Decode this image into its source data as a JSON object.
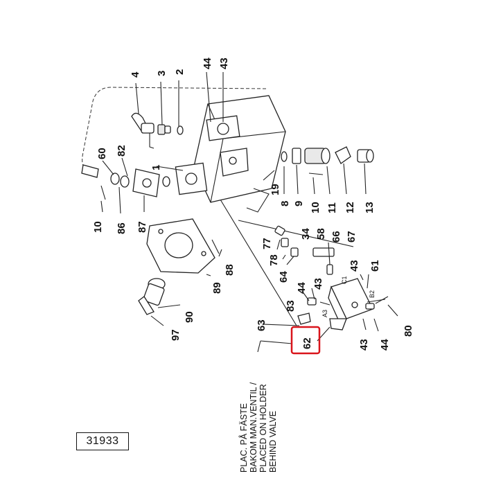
{
  "drawing_number": "31933",
  "highlighted_callout": "62",
  "highlight_color": "#d9141b",
  "note_lines": [
    "PLAC. PÅ FÄSTE",
    "BAKOM MAN.VENTIL /",
    "PLACED ON HOLDER",
    "BEHIND VALVE"
  ],
  "port_labels": [
    "C1",
    "A3",
    "B2"
  ],
  "callouts": [
    "4",
    "3",
    "2",
    "44",
    "43",
    "60",
    "82",
    "1",
    "19",
    "8",
    "9",
    "10",
    "11",
    "12",
    "13",
    "10",
    "86",
    "87",
    "77",
    "78",
    "34",
    "58",
    "66",
    "67",
    "43",
    "61",
    "64",
    "88",
    "89",
    "83",
    "44",
    "43",
    "63",
    "90",
    "97",
    "62",
    "43",
    "44",
    "80"
  ]
}
